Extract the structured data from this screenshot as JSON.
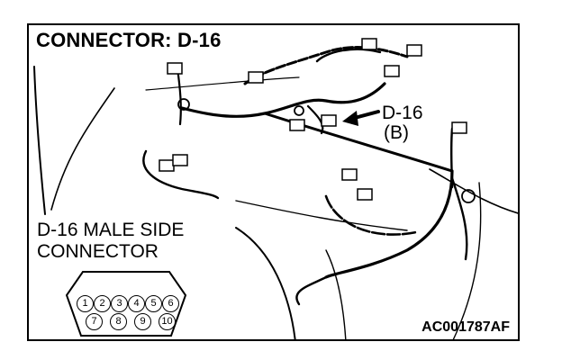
{
  "title": "CONNECTOR: D-16",
  "callout": {
    "name": "D-16",
    "sub": "(B)"
  },
  "side_label": {
    "line1": "D-16 MALE SIDE",
    "line2": "CONNECTOR"
  },
  "pins": {
    "top": [
      "1",
      "2",
      "3",
      "4",
      "5",
      "6"
    ],
    "bottom": [
      "7",
      "8",
      "9",
      "10"
    ]
  },
  "diagram_code": "AC001787AF"
}
